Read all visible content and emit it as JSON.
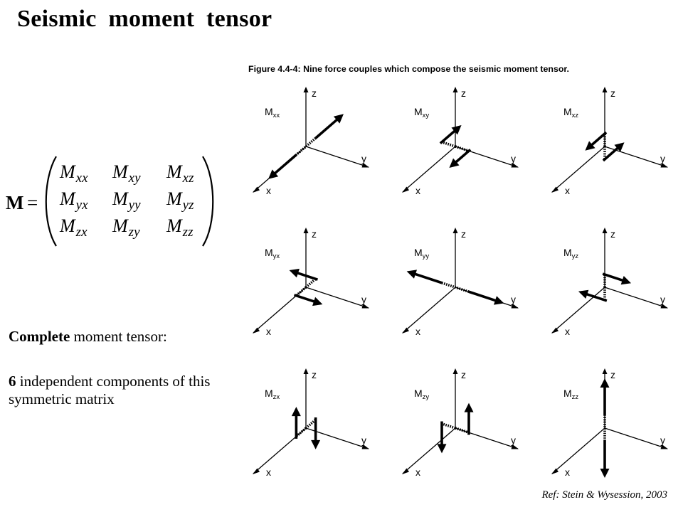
{
  "title": "Seismic  moment  tensor",
  "figure_caption": "Figure 4.4-4: Nine force couples which compose the seismic moment tensor.",
  "matrix": {
    "symbol": "M",
    "equals": "=",
    "rows": [
      [
        {
          "base": "M",
          "sub": "xx"
        },
        {
          "base": "M",
          "sub": "xy"
        },
        {
          "base": "M",
          "sub": "xz"
        }
      ],
      [
        {
          "base": "M",
          "sub": "yx"
        },
        {
          "base": "M",
          "sub": "yy"
        },
        {
          "base": "M",
          "sub": "yz"
        }
      ],
      [
        {
          "base": "M",
          "sub": "zx"
        },
        {
          "base": "M",
          "sub": "zy"
        },
        {
          "base": "M",
          "sub": "zz"
        }
      ]
    ]
  },
  "notes": {
    "line1_bold": "Complete",
    "line1_rest": " moment tensor:",
    "line2_bold": "6",
    "line2_rest": " independent components of this symmetric matrix"
  },
  "reference": "Ref: Stein & Wysession, 2003",
  "axis_labels": {
    "x": "x",
    "y": "y",
    "z": "z"
  },
  "panels": [
    {
      "label_base": "M",
      "label_sub": "xx",
      "component": "xx"
    },
    {
      "label_base": "M",
      "label_sub": "xy",
      "component": "xy"
    },
    {
      "label_base": "M",
      "label_sub": "xz",
      "component": "xz"
    },
    {
      "label_base": "M",
      "label_sub": "yx",
      "component": "yx"
    },
    {
      "label_base": "M",
      "label_sub": "yy",
      "component": "yy"
    },
    {
      "label_base": "M",
      "label_sub": "yz",
      "component": "yz"
    },
    {
      "label_base": "M",
      "label_sub": "zx",
      "component": "zx"
    },
    {
      "label_base": "M",
      "label_sub": "zy",
      "component": "zy"
    },
    {
      "label_base": "M",
      "label_sub": "zz",
      "component": "zz"
    }
  ]
}
